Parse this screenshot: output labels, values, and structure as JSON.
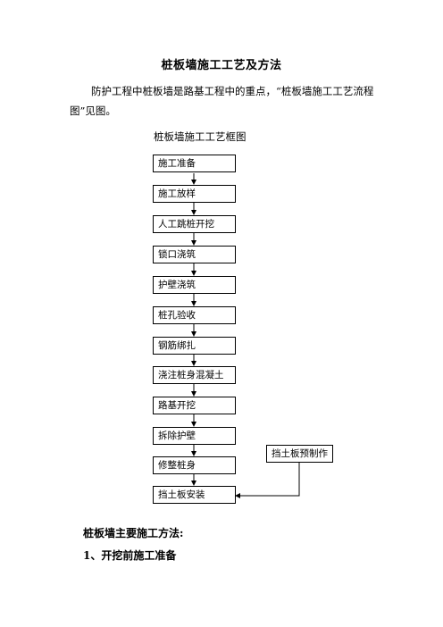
{
  "document": {
    "title": "桩板墙施工工艺及方法",
    "paragraph": "防护工程中桩板墙是路基工程中的重点，“桩板墙施工工艺流程图”见图。",
    "chart_title": "桩板墙施工工艺框图",
    "flow_steps": [
      "施工准备",
      "施工放样",
      "人工跳桩开挖",
      "锁口浇筑",
      "护壁浇筑",
      "桩孔验收",
      "钢筋绑扎",
      "浇注桩身混凝土",
      "路基开挖",
      "拆除护壁",
      "修整桩身",
      "挡土板安装"
    ],
    "side_step": "挡土板预制作",
    "section_heading": "桩板墙主要施工方法:",
    "subsection_heading": "1、开挖前施工准备"
  }
}
